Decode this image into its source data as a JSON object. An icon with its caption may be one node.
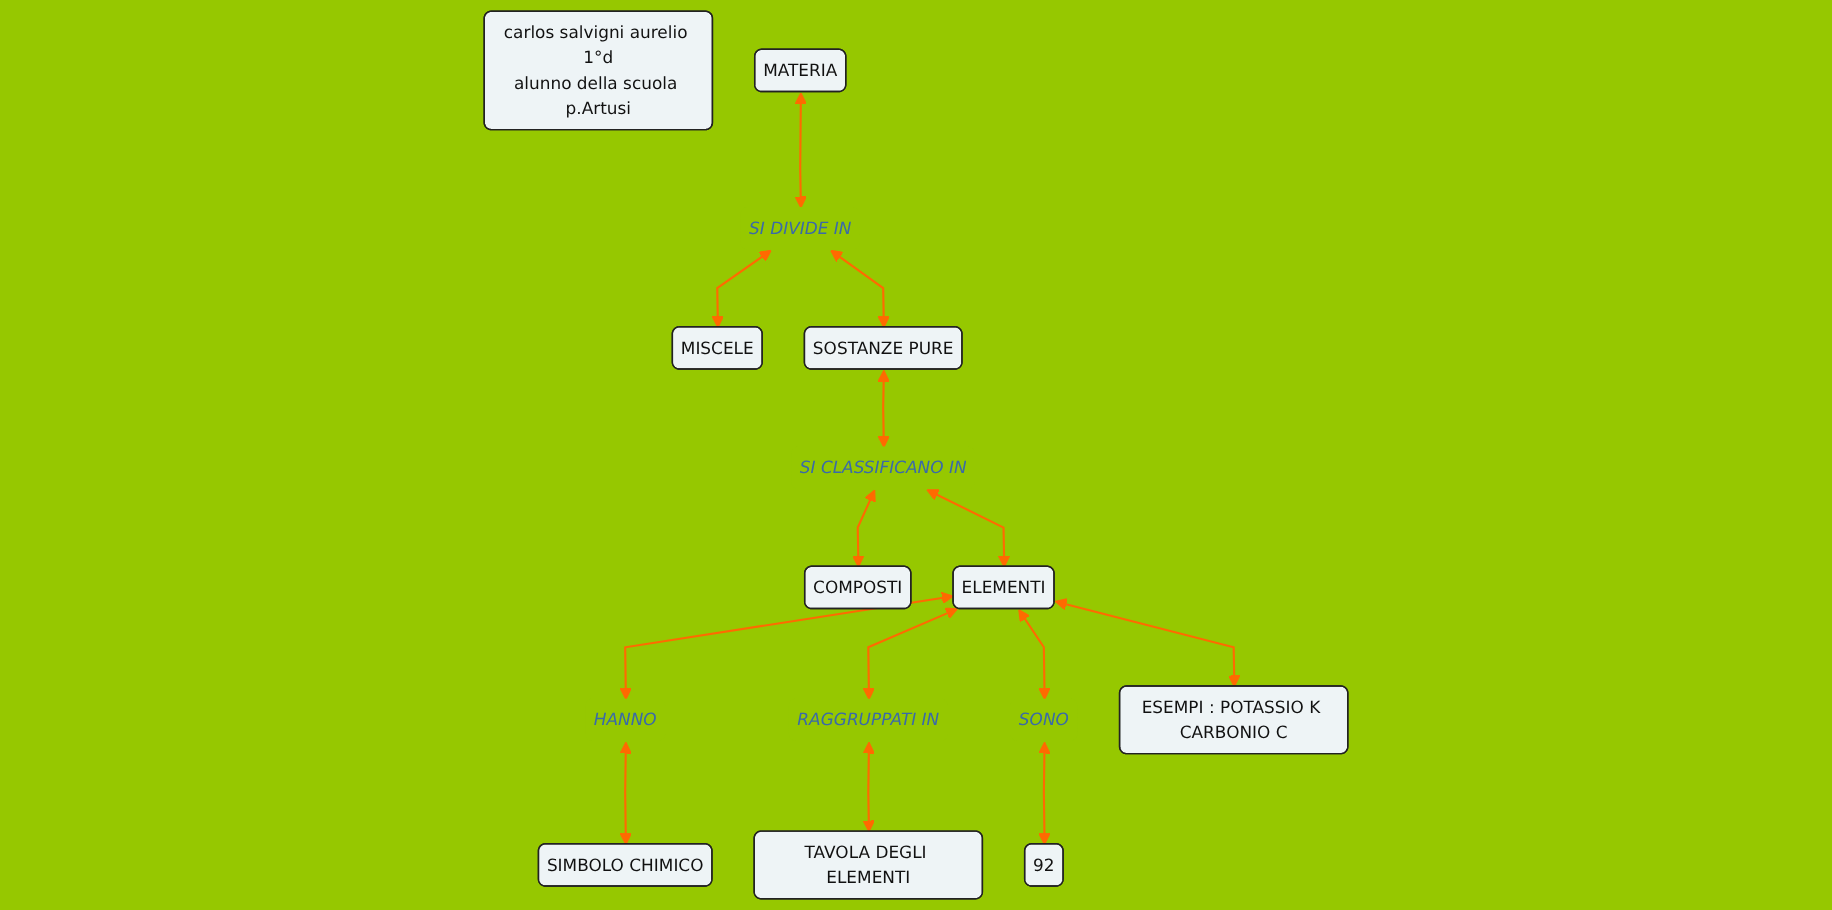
{
  "diagram": {
    "nodes": [
      {
        "text": [
          "carlos salvigni aurelio 1°d",
          "alunno della scuola p.Artusi"
        ]
      },
      {
        "text": [
          "MATERIA"
        ]
      },
      {
        "text": [
          "SI DIVIDE IN"
        ]
      },
      {
        "text": [
          "MISCELE"
        ]
      },
      {
        "text": [
          "SOSTANZE PURE"
        ]
      },
      {
        "text": [
          "SI CLASSIFICANO IN"
        ]
      },
      {
        "text": [
          "COMPOSTI"
        ]
      },
      {
        "text": [
          "ELEMENTI"
        ]
      },
      {
        "text": [
          "HANNO"
        ]
      },
      {
        "text": [
          "RAGGRUPPATI IN"
        ]
      },
      {
        "text": [
          "SONO"
        ]
      },
      {
        "text": [
          "SIMBOLO CHIMICO"
        ]
      },
      {
        "text": [
          "TAVOLA DEGLI ELEMENTI"
        ]
      },
      {
        "text": [
          "92"
        ]
      },
      {
        "text": [
          "ESEMPI : POTASSIO K CARBONIO C"
        ]
      }
    ],
    "edges": [
      {
        "from": 1,
        "to": 2,
        "arrow": "both"
      },
      {
        "from": 2,
        "to": 3,
        "arrow": "both"
      },
      {
        "from": 2,
        "to": 4,
        "arrow": "both"
      },
      {
        "from": 4,
        "to": 5,
        "arrow": "both"
      },
      {
        "from": 5,
        "to": 6,
        "arrow": "both"
      },
      {
        "from": 5,
        "to": 7,
        "arrow": "both"
      },
      {
        "from": 7,
        "to": 8,
        "arrow": "both"
      },
      {
        "from": 7,
        "to": 9,
        "arrow": "both"
      },
      {
        "from": 7,
        "to": 10,
        "arrow": "both"
      },
      {
        "from": 8,
        "to": 11,
        "arrow": "both"
      },
      {
        "from": 9,
        "to": 12,
        "arrow": "both"
      },
      {
        "from": 10,
        "to": 13,
        "arrow": "both"
      },
      {
        "from": 7,
        "to": 14,
        "arrow": "both"
      }
    ]
  }
}
